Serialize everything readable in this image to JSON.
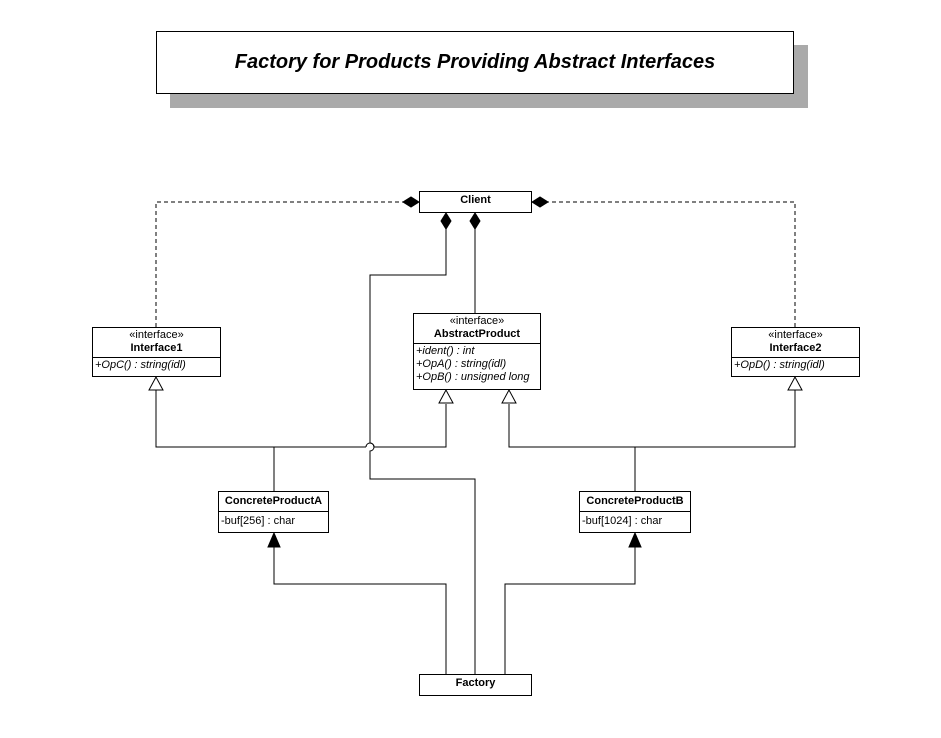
{
  "title": "Factory for Products Providing Abstract Interfaces",
  "classes": {
    "client": {
      "name": "Client"
    },
    "factory": {
      "name": "Factory"
    },
    "interface1": {
      "stereotype": "«interface»",
      "name": "Interface1",
      "ops": [
        "+OpC() : string(idl)"
      ]
    },
    "interface2": {
      "stereotype": "«interface»",
      "name": "Interface2",
      "ops": [
        "+OpD() : string(idl)"
      ]
    },
    "abstract_product": {
      "stereotype": "«interface»",
      "name": "AbstractProduct",
      "ops": [
        "+ident() : int",
        "+OpA() : string(idl)",
        "+OpB() : unsigned long"
      ]
    },
    "concrete_a": {
      "name": "ConcreteProductA",
      "attrs": [
        "-buf[256] : char"
      ]
    },
    "concrete_b": {
      "name": "ConcreteProductB",
      "attrs": [
        "-buf[1024] : char"
      ]
    }
  }
}
